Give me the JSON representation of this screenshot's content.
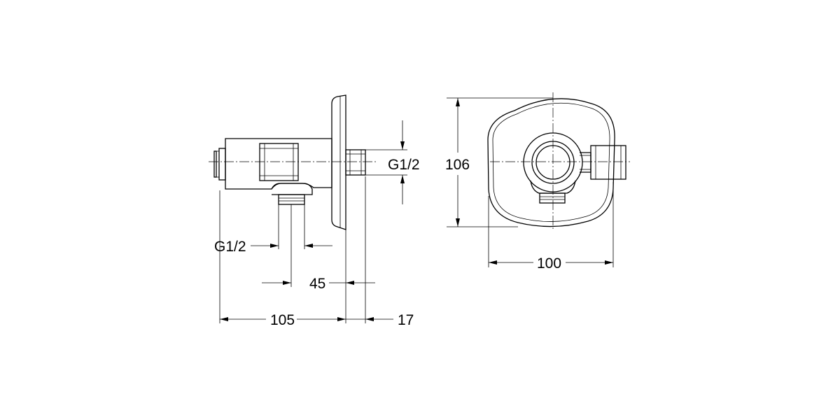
{
  "drawing": {
    "side_view": {
      "dim_thread_right": "G1/2",
      "dim_thread_bottom": "G1/2",
      "dim_45": "45",
      "dim_105": "105",
      "dim_17": "17"
    },
    "front_view": {
      "dim_height": "106",
      "dim_width": "100"
    }
  }
}
